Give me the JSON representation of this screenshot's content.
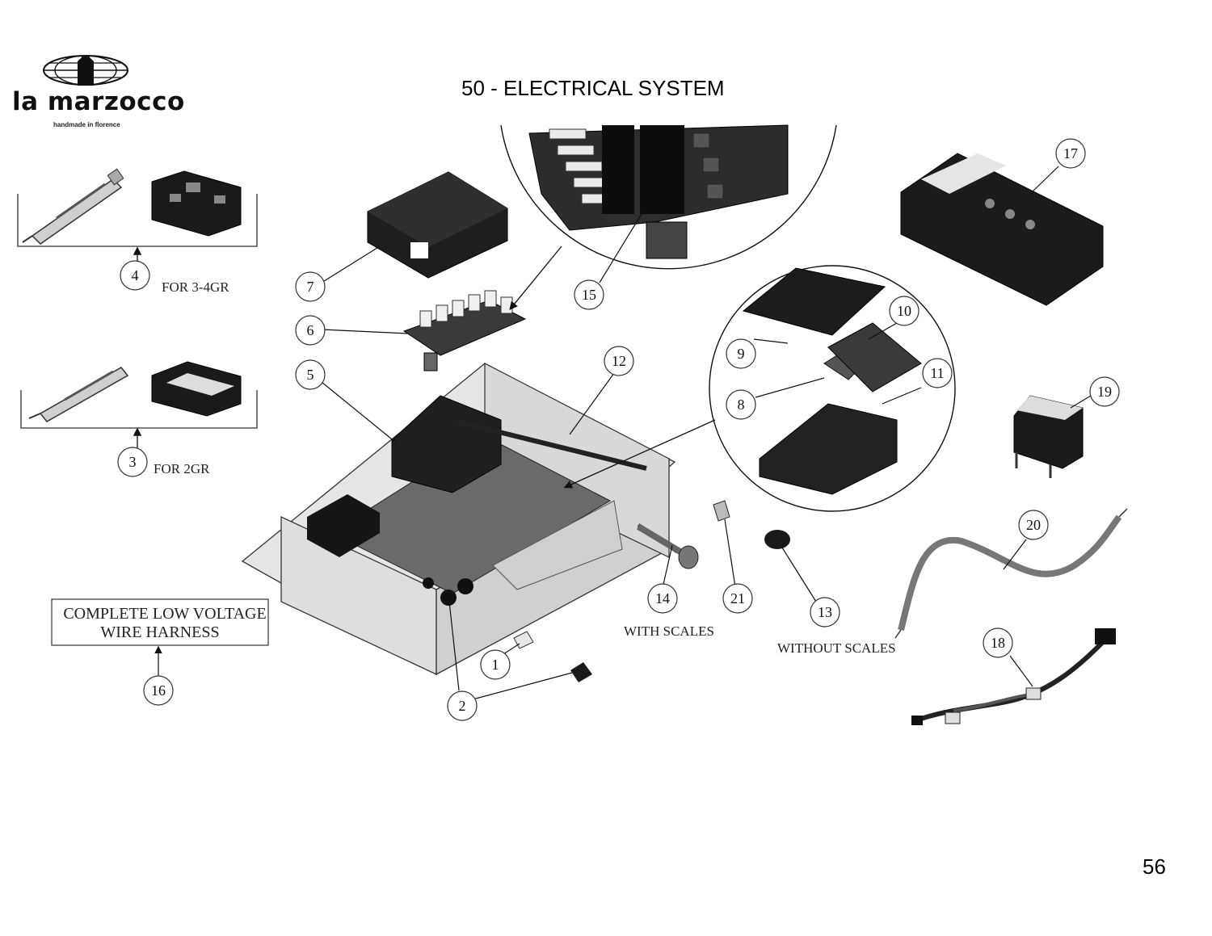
{
  "header": {
    "brand_name": "la marzocco",
    "brand_tagline": "handmade in florence",
    "title": "50 - ELECTRICAL SYSTEM"
  },
  "footer": {
    "page_number": "56"
  },
  "labels": {
    "for_3_4gr": "FOR 3-4GR",
    "for_2gr": "FOR 2GR",
    "with_scales": "WITH SCALES",
    "without_scales": "WITHOUT SCALES",
    "harness_line1": "COMPLETE LOW VOLTAGE",
    "harness_line2": "WIRE HARNESS"
  },
  "callouts": [
    "1",
    "2",
    "3",
    "4",
    "5",
    "6",
    "7",
    "8",
    "9",
    "10",
    "11",
    "12",
    "13",
    "14",
    "15",
    "16",
    "17",
    "18",
    "19",
    "20",
    "21"
  ]
}
